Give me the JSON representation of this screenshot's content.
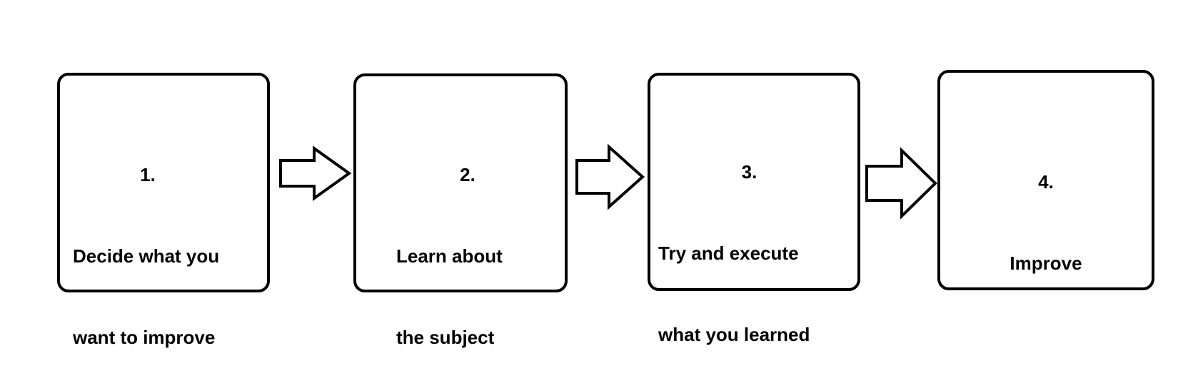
{
  "diagram": {
    "type": "process-flow",
    "steps": [
      {
        "number": "1.",
        "lines": [
          "Decide what you",
          "want to improve"
        ]
      },
      {
        "number": "2.",
        "lines": [
          "Learn about",
          "the subject"
        ]
      },
      {
        "number": "3.",
        "lines": [
          "Try and execute",
          "what you learned"
        ]
      },
      {
        "number": "4.",
        "lines": [
          "Improve"
        ]
      }
    ],
    "connectors": [
      "arrow-right",
      "arrow-right",
      "arrow-right"
    ],
    "colors": {
      "stroke": "#000000",
      "background": "#ffffff"
    }
  }
}
